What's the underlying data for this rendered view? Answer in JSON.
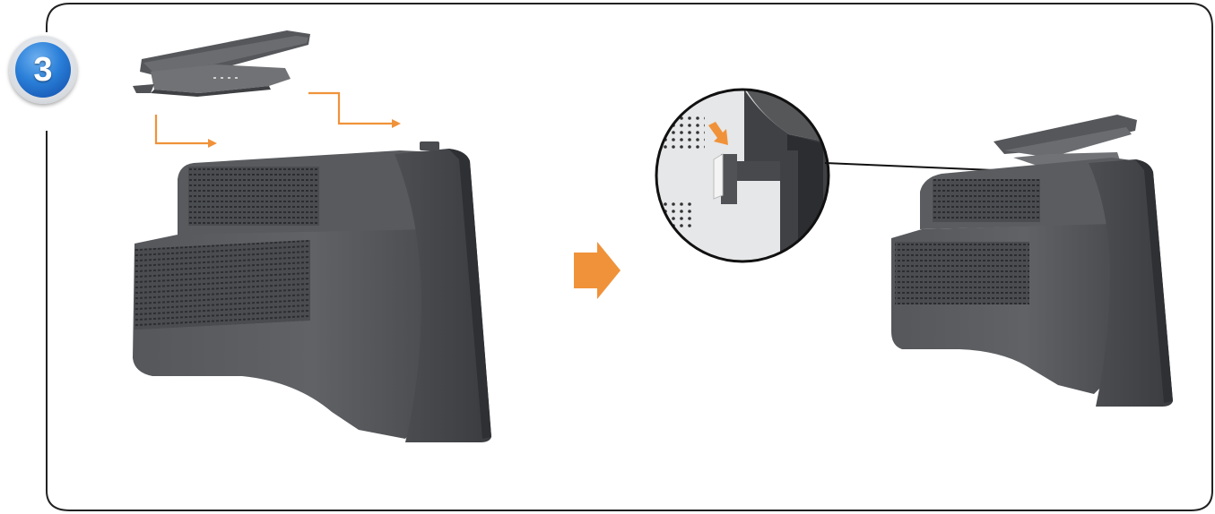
{
  "step": {
    "number": "3"
  },
  "colors": {
    "frame": "#222222",
    "accent_orange": "#f0923a",
    "badge_blue": "#2a7fd8",
    "monitor_body": "#5a5c60",
    "monitor_dark": "#3e4043"
  },
  "icons": [
    "step-number-badge",
    "orange-arrow",
    "next-step-arrow",
    "magnifier-callout"
  ]
}
